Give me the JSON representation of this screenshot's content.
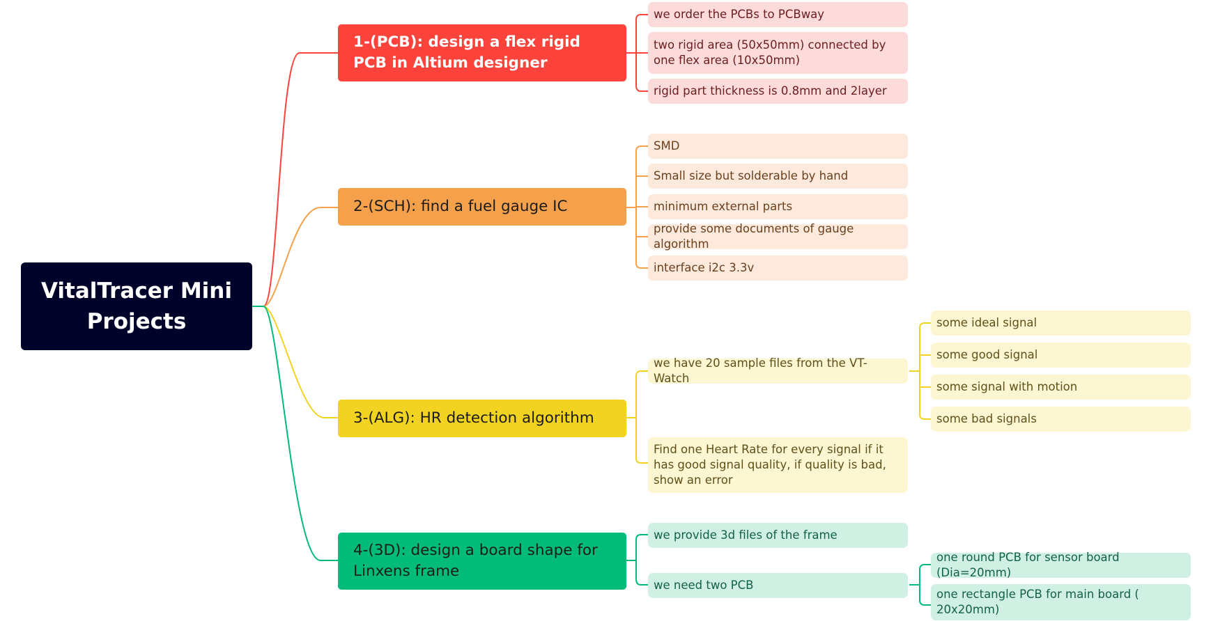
{
  "root": {
    "title": "VitalTracer Mini Projects"
  },
  "branches": [
    {
      "label": "1-(PCB): design a flex rigid PCB in Altium designer",
      "color": "#fb433c",
      "items": [
        "we order the PCBs to PCBway",
        "two rigid area (50x50mm) connected by one flex area (10x50mm)",
        "rigid part thickness is 0.8mm and 2layer"
      ]
    },
    {
      "label": "2-(SCH): find a fuel gauge IC",
      "color": "#f5a04b",
      "items": [
        "SMD",
        "Small size but solderable by hand",
        "minimum external parts",
        "provide some documents of gauge algorithm",
        "interface i2c 3.3v"
      ]
    },
    {
      "label": "3-(ALG): HR detection algorithm",
      "color": "#f2d321",
      "items": [
        "we have 20 sample files from the VT-Watch",
        "Find one Heart Rate for every signal if it has good signal quality, if quality is bad, show an error"
      ],
      "subitems": [
        "some ideal signal",
        "some good signal",
        "some signal with motion",
        "some bad signals"
      ]
    },
    {
      "label": "4-(3D): design a board shape for Linxens frame",
      "color": "#00bc78",
      "items": [
        "we provide 3d files of the frame",
        "we need two PCB"
      ],
      "subitems": [
        "one round PCB for sensor board (Dia=20mm)",
        "one rectangle PCB for main board ( 20x20mm)"
      ]
    }
  ]
}
